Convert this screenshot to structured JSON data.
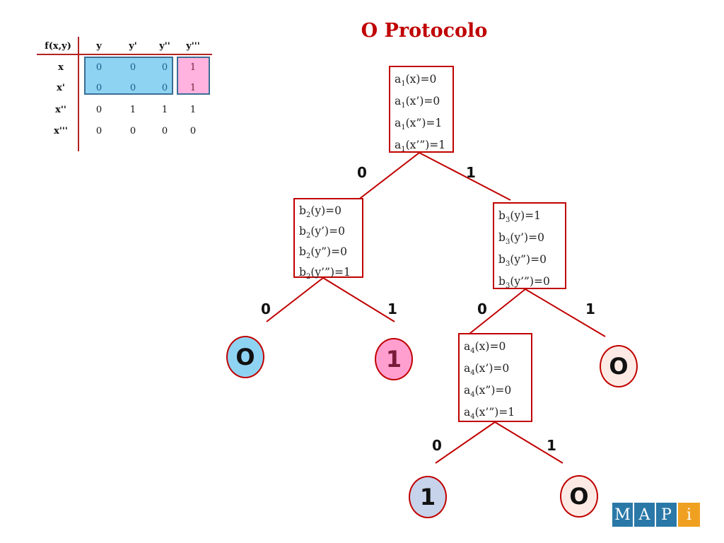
{
  "title": "O Protocolo",
  "table": {
    "corner": "f(x,y)",
    "col_headers": [
      "y",
      "y'",
      "y''",
      "y'''"
    ],
    "row_headers": [
      "x",
      "x'",
      "x''",
      "x'''"
    ],
    "rows": [
      [
        "0",
        "0",
        "0",
        "1"
      ],
      [
        "0",
        "0",
        "0",
        "1"
      ],
      [
        "0",
        "1",
        "1",
        "1"
      ],
      [
        "0",
        "0",
        "0",
        "0"
      ]
    ],
    "highlight_colors": {
      "blue": "#8fd3f3",
      "pink": "#ffb3de"
    }
  },
  "nodes": {
    "a1": {
      "fn": "a",
      "sub": "1",
      "lines": [
        "(x)=0",
        "(x’)=0",
        "(x”)=1",
        "(x’”)=1"
      ]
    },
    "b2": {
      "fn": "b",
      "sub": "2",
      "lines": [
        "(y)=0",
        "(y’)=0",
        "(y”)=0",
        "(y’”)=1"
      ]
    },
    "b3": {
      "fn": "b",
      "sub": "3",
      "lines": [
        "(y)=1",
        "(y’)=0",
        "(y”)=0",
        "(y’”)=0"
      ]
    },
    "a4": {
      "fn": "a",
      "sub": "4",
      "lines": [
        "(x)=0",
        "(x’)=0",
        "(x”)=0",
        "(x’”)=1"
      ]
    }
  },
  "edge_labels": {
    "a1_left": "0",
    "a1_right": "1",
    "b2_left": "0",
    "b2_right": "1",
    "b3_left": "0",
    "b3_right": "1",
    "a4_left": "0",
    "a4_right": "1"
  },
  "leaves": {
    "b2_left": "O",
    "b2_right": "1",
    "b3_right": "O",
    "a4_left": "1",
    "a4_right": "O"
  },
  "logo": {
    "letters": [
      "M",
      "A",
      "P",
      "i"
    ]
  },
  "colors": {
    "accent": "#c00000",
    "leaf_blue": "#8fd3f3",
    "leaf_pink": "#ff9fd0",
    "leaf_cream": "#fdeae4",
    "leaf_lavender": "#c6d3ea"
  }
}
